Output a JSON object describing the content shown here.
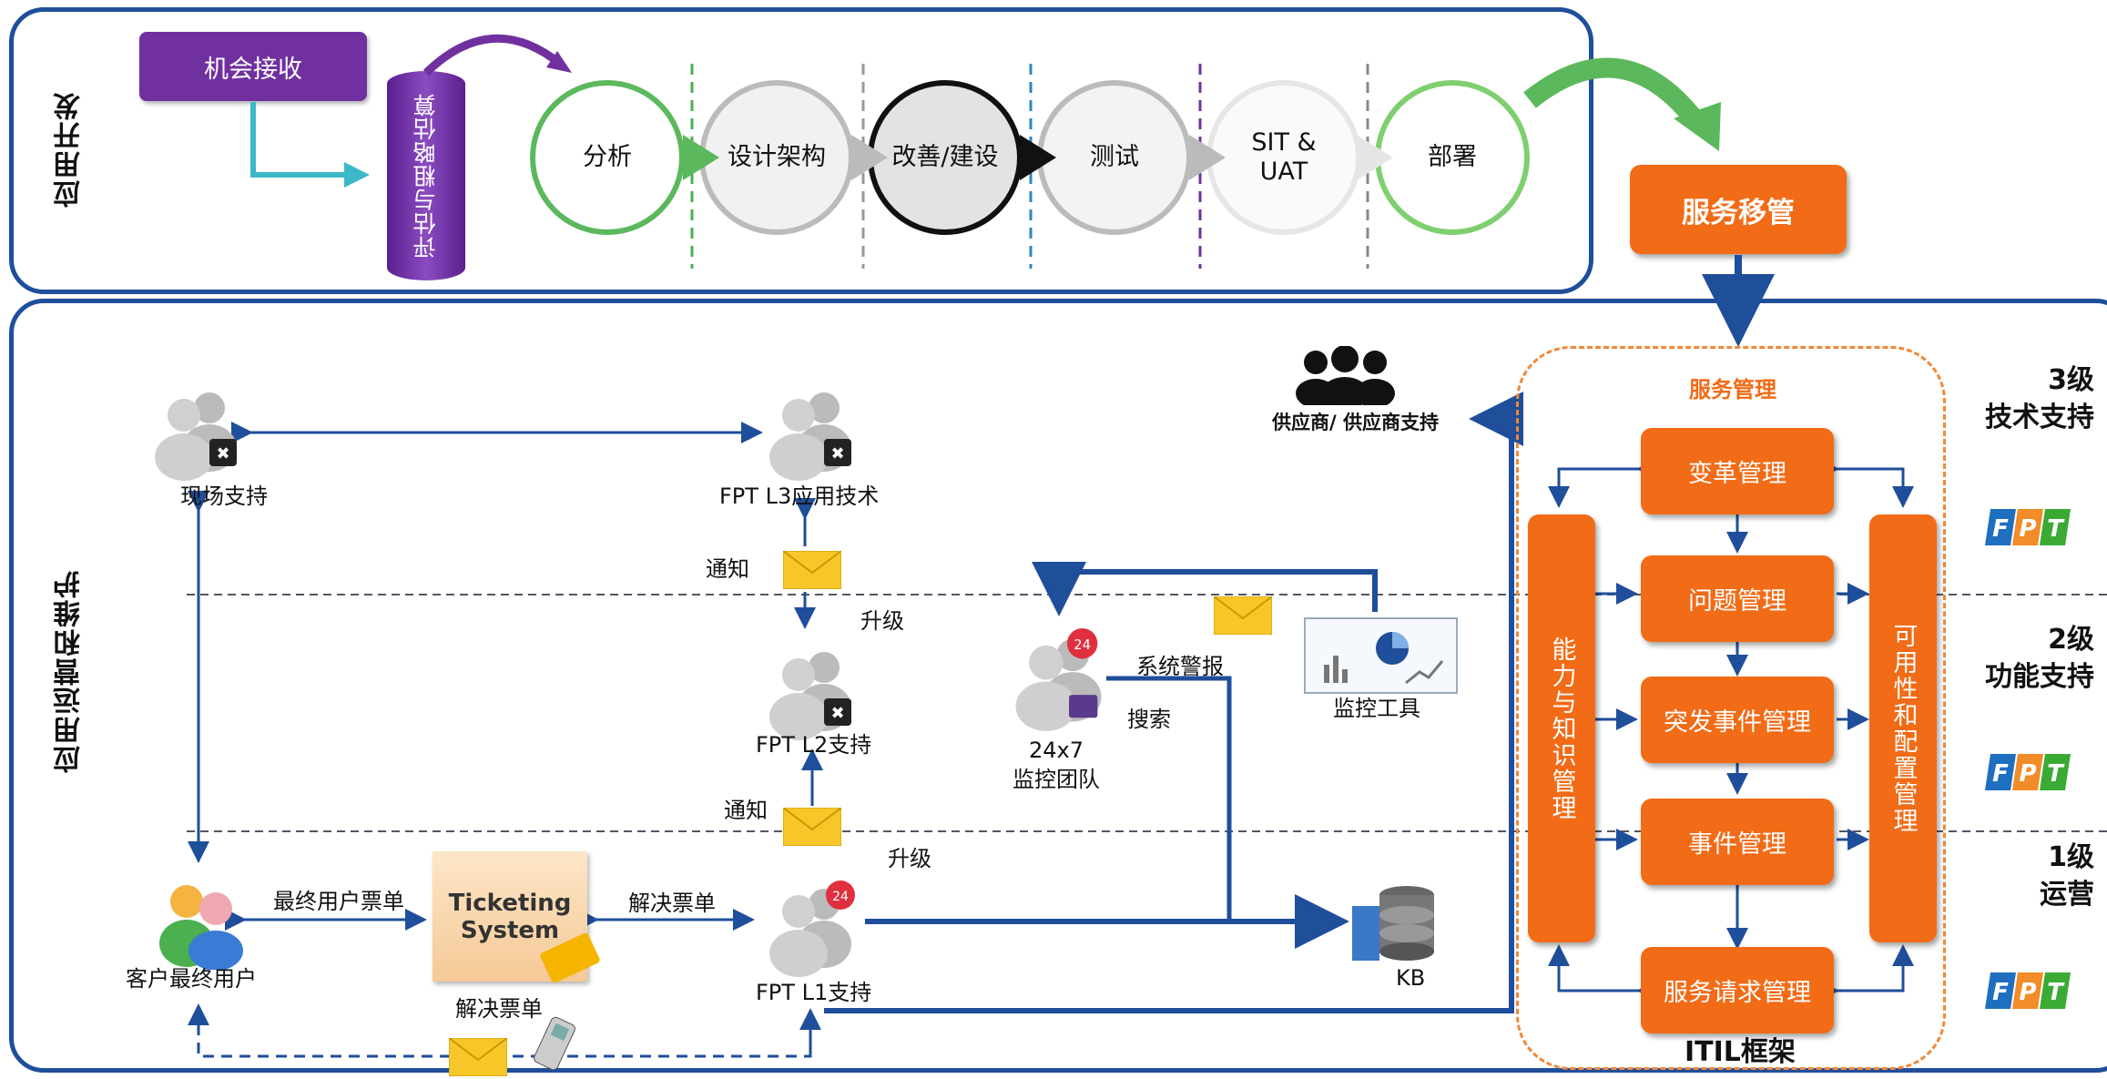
{
  "dev_section": {
    "label": "应用开发",
    "opportunity": "机会接收",
    "estimate": "评估与粗略估算",
    "phases": [
      "分析",
      "设计架构",
      "改善/建设",
      "测试",
      "SIT &\nUAT",
      "部署"
    ],
    "handover": "服务移管"
  },
  "ops_section": {
    "label": "应用运营和维护",
    "vendor": "供应商/ 供应商支持",
    "onsite": "现场支持",
    "l3": "FPT L3应用技术",
    "l2": "FPT L2支持",
    "l1": "FPT L1支持",
    "monitor_team": "24x7\n监控团队",
    "monitor_tool": "监控工具",
    "kb": "KB",
    "customer": "客户最终用户",
    "ticketing_line1": "Ticketing",
    "ticketing_line2": "System",
    "ticketing_caption": "解决票单",
    "notify_1": "通知",
    "escalate_1": "升级",
    "notify_2": "通知",
    "escalate_2": "升级",
    "system_alert": "系统警报",
    "search": "搜索",
    "end_user_ticket": "最终用户票单",
    "resolve_ticket": "解决票单"
  },
  "itil": {
    "header": "服务管理",
    "change": "变革管理",
    "problem": "问题管理",
    "incident": "突发事件管理",
    "event": "事件管理",
    "request": "服务请求管理",
    "capacity": "能力与知识管理",
    "availability": "可用性和配置管理",
    "footer": "ITIL框架"
  },
  "levels": {
    "l3_num": "3级",
    "l3_name": "技术支持",
    "l2_num": "2级",
    "l2_name": "功能支持",
    "l1_num": "1级",
    "l1_name": "运营",
    "logo_text": "FPT"
  },
  "colors": {
    "navy": "#1f4e9a",
    "orange": "#f26b16",
    "purple": "#7030a0",
    "green": "#4caf50",
    "teal": "#3bb8c9"
  }
}
